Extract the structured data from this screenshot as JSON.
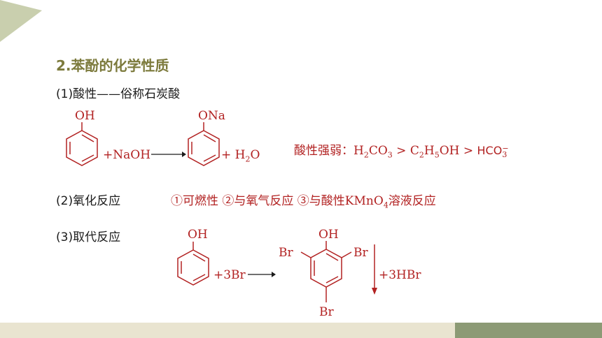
{
  "heading": "2.苯酚的化学性质",
  "sections": {
    "acidity": "(1)酸性——俗称石炭酸",
    "oxidation": "(2)氧化反应",
    "substitution": "(3)取代反应"
  },
  "reaction1": {
    "reactant_group": "OH",
    "reagent": "+NaOH",
    "product_group": "ONa",
    "plus_h2o": "+ H",
    "h2o_sub": "2",
    "h2o_end": "O"
  },
  "acidity_order": {
    "label": "酸性强弱：",
    "h2co3_a": "H",
    "h2co3_sub1": "2",
    "h2co3_b": "CO",
    "h2co3_sub2": "3",
    "gt1": " > ",
    "c2h5oh_a": "C",
    "c2h5oh_sub1": "2",
    "c2h5oh_b": "H",
    "c2h5oh_sub2": "5",
    "c2h5oh_c": "OH",
    "gt2": " > ",
    "hco3": "HCO",
    "hco3_sub": "3",
    "hco3_sup": "−"
  },
  "oxidation_text": {
    "a": "①可燃性 ②与氧气反应 ③与酸性KMnO",
    "sub": "4",
    "b": "溶液反应"
  },
  "reaction3": {
    "reactant_group": "OH",
    "reagent": "+3Br",
    "product_top": "OH",
    "br_left": "Br",
    "br_right": "Br",
    "br_bottom": "Br",
    "byproduct": "+3HBr"
  },
  "colors": {
    "heading": "#7c7a3c",
    "red": "#b22222",
    "text": "#1b1b1b",
    "bar_light": "#e9e4d0",
    "bar_dark": "#8c9a75",
    "corner": "#c9cfae"
  }
}
